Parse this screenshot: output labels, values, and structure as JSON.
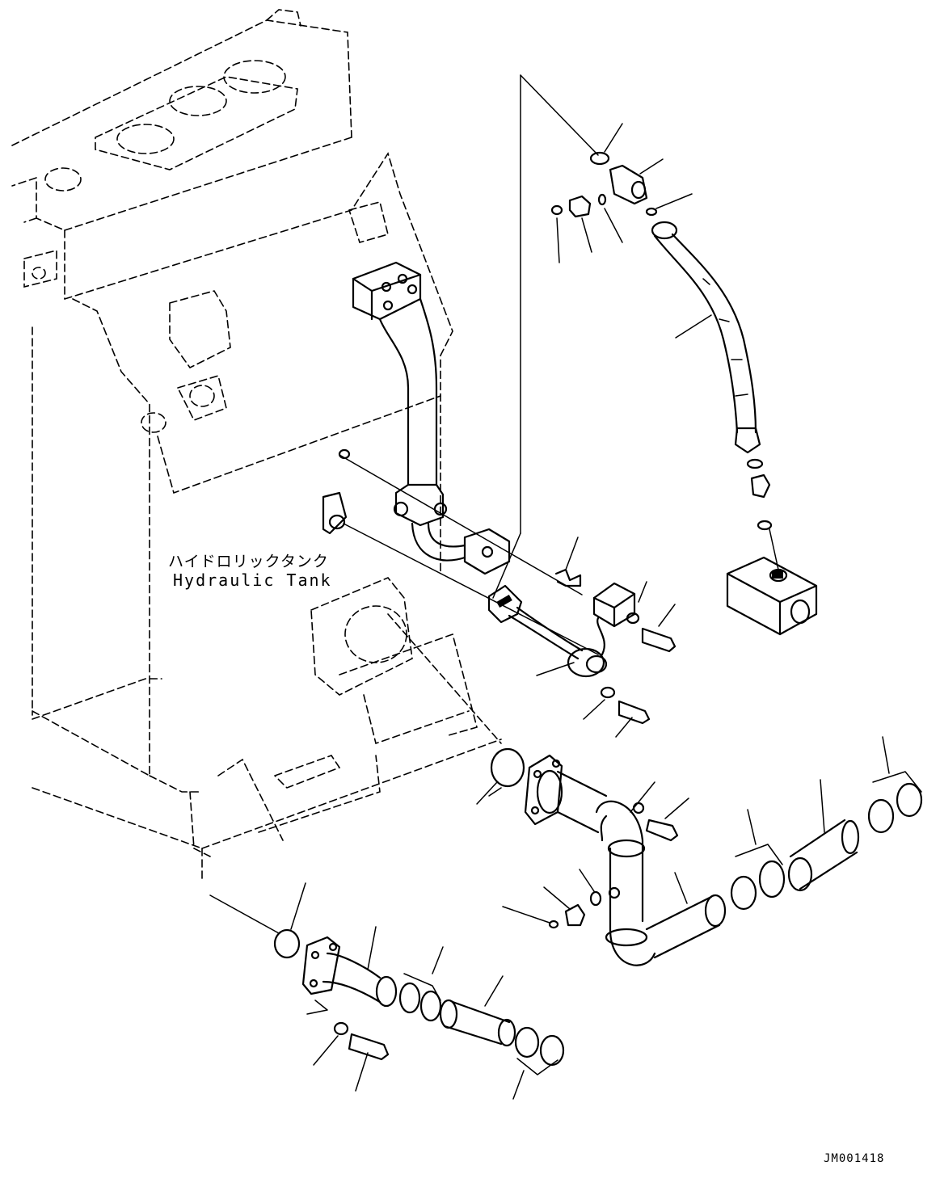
{
  "labels": {
    "tank_name_ja": "ハイドロリックタンク",
    "tank_name_en": "Hydraulic Tank",
    "drawing_number": "JM001418"
  }
}
